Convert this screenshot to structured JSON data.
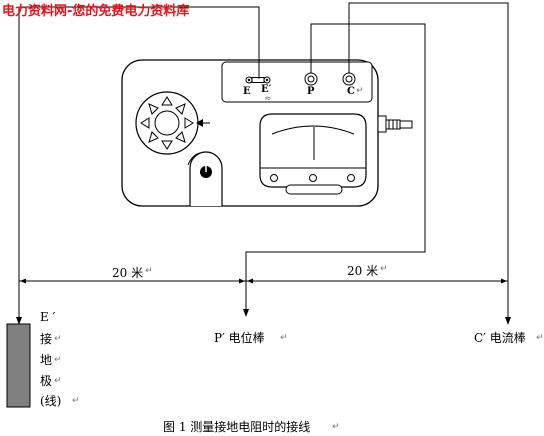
{
  "watermark": "电力资料网-您的免费电力资料库",
  "terminals": {
    "e": "E",
    "e_prime": "E′",
    "p": "P",
    "c": "C"
  },
  "distances": {
    "left": "20 米",
    "right": "20 米"
  },
  "electrodes": {
    "ground": {
      "line1": "E ′",
      "line2": "接",
      "line3": "地",
      "line4": "极",
      "line5": "(线)"
    },
    "potential": "P′ 电位棒",
    "current": "C′ 电流棒"
  },
  "caption": "图 1 测量接地电阻时的接线",
  "colors": {
    "watermark": "#e8121b",
    "electrode_fill": "#808080",
    "line": "#000000"
  },
  "para_mark": "↵"
}
